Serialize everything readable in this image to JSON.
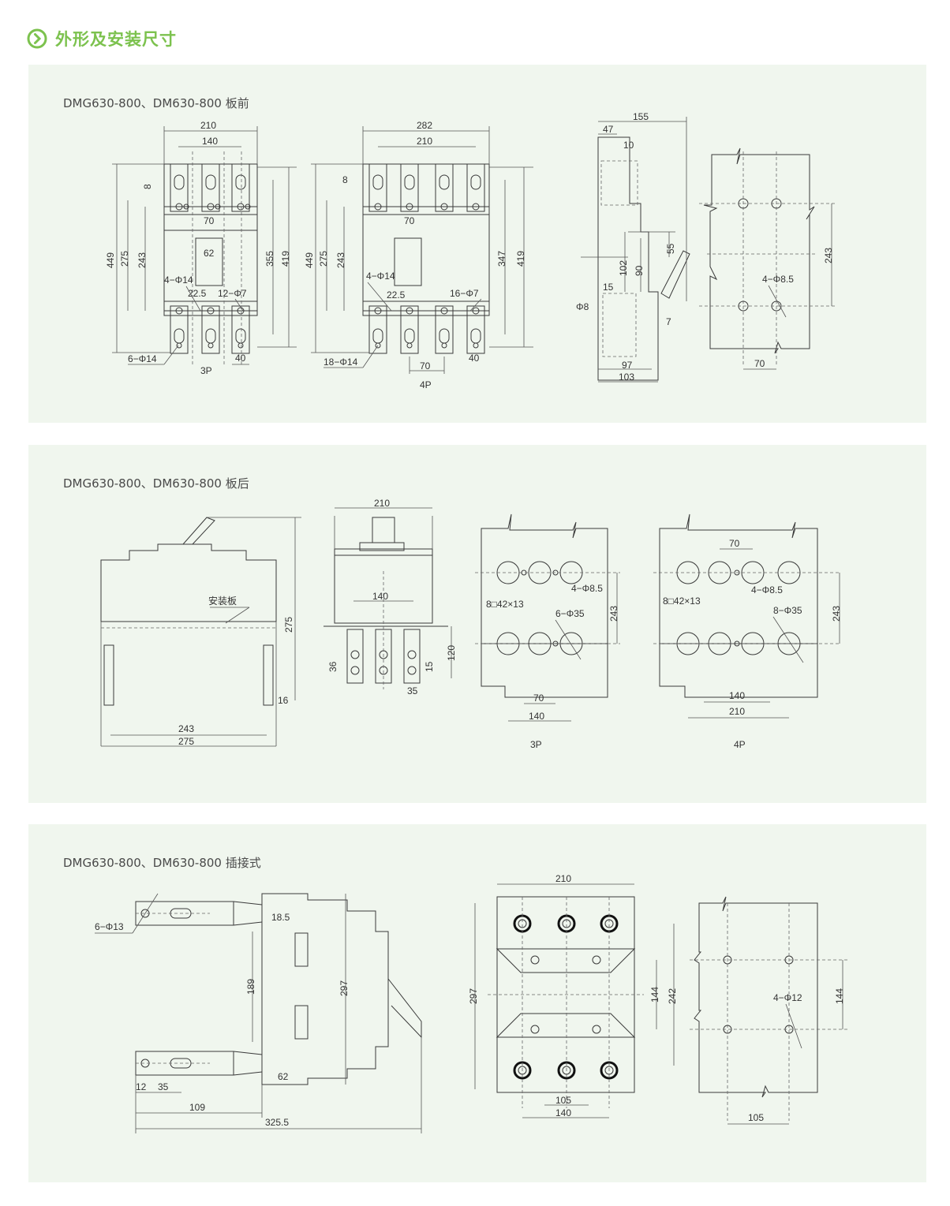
{
  "header": {
    "title": "外形及安装尺寸",
    "icon": "chevron-circle-icon",
    "accent": "#7cc24e"
  },
  "panels": [
    {
      "title": "DMG630-800、DM630-800 板前",
      "views": {
        "v3p": {
          "w1": "210",
          "w2": "140",
          "d8": "8",
          "d70": "70",
          "d62": "62",
          "h449": "449",
          "h275": "275",
          "h243": "243",
          "h355": "355",
          "h419": "419",
          "holes1": "4−Φ14",
          "d225": "22.5",
          "holes2": "12−Φ7",
          "holes3": "6−Φ14",
          "d40": "40",
          "label": "3P"
        },
        "v4p": {
          "w1": "282",
          "w2": "210",
          "d8": "8",
          "d70": "70",
          "h449": "449",
          "h275": "275",
          "h243": "243",
          "h347": "347",
          "h419": "419",
          "holes1": "4−Φ14",
          "d225": "22.5",
          "holes2": "16−Φ7",
          "holes3": "18−Φ14",
          "d70b": "70",
          "d40": "40",
          "label": "4P"
        },
        "side": {
          "w155": "155",
          "w47": "47",
          "w10": "10",
          "h55": "55",
          "h102": "102",
          "h90": "90",
          "d15": "15",
          "phi8": "Φ8",
          "d7": "7",
          "w97": "97",
          "w103": "103"
        },
        "mount": {
          "h243": "243",
          "holes": "4−Φ8.5",
          "w70": "70"
        }
      }
    },
    {
      "title": "DMG630-800、DM630-800 板后",
      "views": {
        "side": {
          "plate": "安装板",
          "h275": "275",
          "d16": "16",
          "w243": "243",
          "w275": "275"
        },
        "front": {
          "w210": "210",
          "w140": "140",
          "d36": "36",
          "d15": "15",
          "h120": "120",
          "d35": "35"
        },
        "m3p": {
          "holes1": "4−Φ8.5",
          "rect": "8□42×13",
          "holes2": "6−Φ35",
          "h243": "243",
          "w70": "70",
          "w140": "140",
          "label": "3P"
        },
        "m4p": {
          "w70": "70",
          "holes1": "4−Φ8.5",
          "rect": "8□42×13",
          "holes2": "8−Φ35",
          "h243": "243",
          "w140": "140",
          "w210": "210",
          "label": "4P"
        }
      }
    },
    {
      "title": "DMG630-800、DM630-800 插接式",
      "views": {
        "side": {
          "holes": "6−Φ13",
          "d185": "18.5",
          "h189": "189",
          "h297": "297",
          "d62": "62",
          "d12": "12",
          "d35": "35",
          "w109": "109",
          "w3255": "325.5"
        },
        "front": {
          "w210": "210",
          "h297": "297",
          "h144": "144",
          "h242": "242",
          "w105": "105",
          "w140": "140"
        },
        "mount": {
          "holes": "4−Φ12",
          "h144": "144",
          "w105": "105"
        }
      }
    }
  ]
}
